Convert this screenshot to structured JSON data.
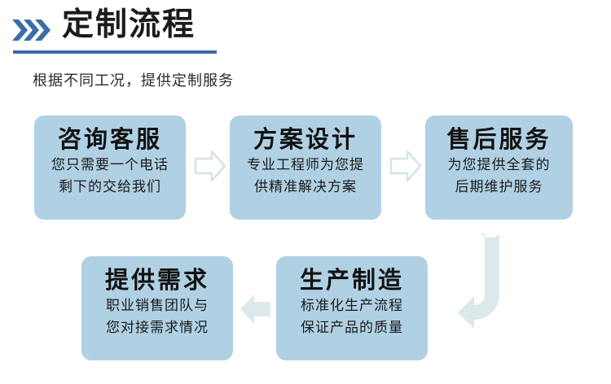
{
  "header": {
    "chevron_icon": "double-chevron-right-icon",
    "title": "定制流程",
    "subtitle": "根据不同工况，提供定制服务",
    "accent_color": "#3d6ba5",
    "rule_color": "#3d6ba5"
  },
  "flow": {
    "card_bg_color": "#b0d1e4",
    "arrow_fill_color": "#dde8ec",
    "arrow_outline_color": "#cfdfe6",
    "cards": [
      {
        "id": "consult-service",
        "title": "咨询客服",
        "lines": [
          "您只需要一个电话",
          "剩下的交给我们"
        ]
      },
      {
        "id": "plan-design",
        "title": "方案设计",
        "lines": [
          "专业工程师为您提",
          "供精准解决方案"
        ]
      },
      {
        "id": "after-sales-service",
        "title": "售后服务",
        "lines": [
          "为您提供全套的",
          "后期维护服务"
        ]
      },
      {
        "id": "provide-requirements",
        "title": "提供需求",
        "lines": [
          "职业销售团队与",
          "您对接需求情况"
        ]
      },
      {
        "id": "production-manufacturing",
        "title": "生产制造",
        "lines": [
          "标准化生产流程",
          "保证产品的质量"
        ]
      }
    ],
    "arrows": [
      {
        "id": "arrow-consult-to-design",
        "icon": "arrow-right-icon",
        "direction": "right",
        "style": "outline"
      },
      {
        "id": "arrow-design-to-aftersales",
        "icon": "arrow-right-icon",
        "direction": "right",
        "style": "outline"
      },
      {
        "id": "arrow-aftersales-to-requirements",
        "icon": "arrow-elbow-down-left-icon",
        "direction": "down-left",
        "style": "filled"
      },
      {
        "id": "arrow-production-to-requirements",
        "icon": "arrow-left-icon",
        "direction": "left",
        "style": "filled"
      }
    ]
  }
}
